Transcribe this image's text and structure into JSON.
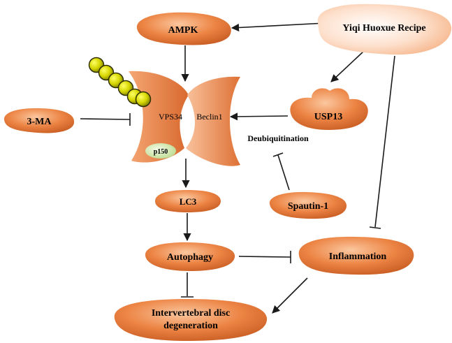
{
  "nodes": {
    "ampk": "AMPK",
    "yiqi": "Yiqi Huoxue Recipe",
    "vps34": "VPS34",
    "beclin1": "Beclin1",
    "p150": "p150",
    "three_ma": "3-MA",
    "usp13": "USP13",
    "deubiquitination": "Deubiquitination",
    "spautin": "Spautin-1",
    "lc3": "LC3",
    "autophagy": "Autophagy",
    "inflammation": "Inflammation",
    "ivdd_line1": "Intervertebral disc",
    "ivdd_line2": "degeneration"
  },
  "colors": {
    "node_fill": "#e9783a",
    "node_light": "#f6b183",
    "node_dark": "#c75a22",
    "bead": "#d8d800",
    "bead_dark": "#3a3a00",
    "p150_fill": "#cfe6a8"
  }
}
